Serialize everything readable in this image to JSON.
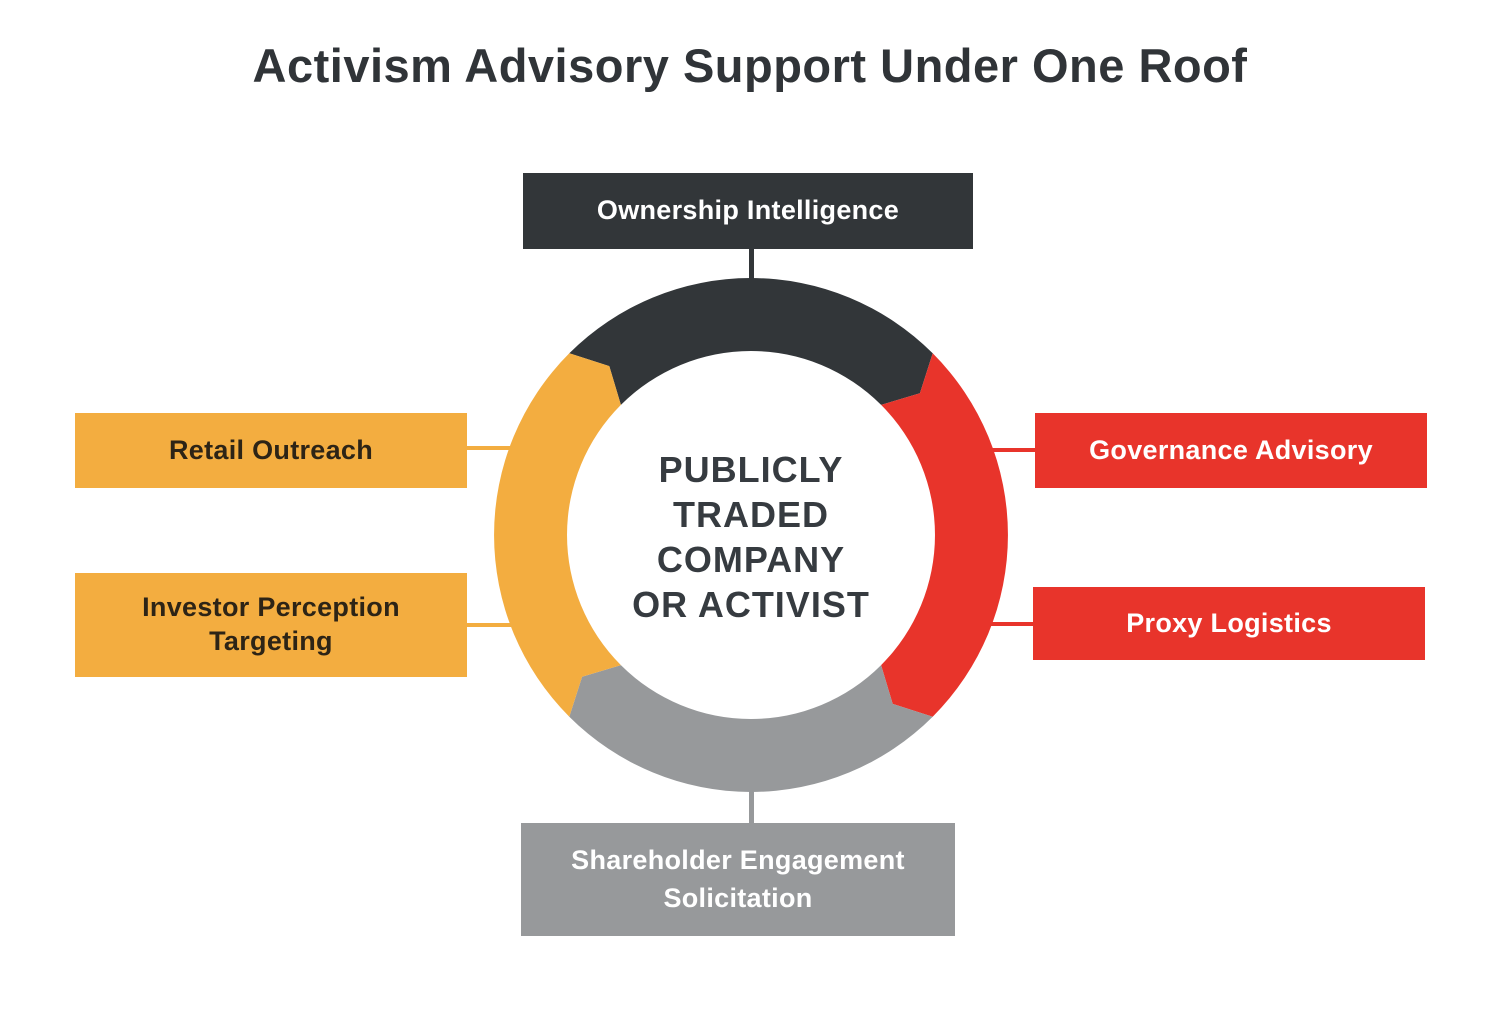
{
  "title": "Activism Advisory Support Under One Roof",
  "colors": {
    "background": "#FFFFFF",
    "dark": "#323639",
    "orange": "#F3AD40",
    "red": "#E8342B",
    "gray": "#97999B",
    "title_text": "#303438",
    "center_text": "#363B40",
    "orange_box_text": "#2D2416",
    "light_text": "#FFFFFF"
  },
  "center_label": {
    "lines": [
      "PUBLICLY",
      "TRADED",
      "COMPANY",
      "OR ACTIVIST"
    ]
  },
  "boxes": {
    "top": {
      "label": "Ownership Intelligence"
    },
    "left_top": {
      "label": "Retail Outreach"
    },
    "left_bottom": {
      "lines": [
        "Investor Perception",
        "Targeting"
      ]
    },
    "right_top": {
      "label": "Governance Advisory"
    },
    "right_bottom": {
      "label": "Proxy Logistics"
    },
    "bottom": {
      "lines": [
        "Shareholder Engagement",
        "Solicitation"
      ]
    }
  },
  "ring": {
    "arrow_overlap_deg": 5,
    "outer_radius": 257,
    "inner_radius": 184,
    "segments": [
      {
        "id": "ownership-intelligence",
        "color": "#323639",
        "from": -45,
        "to": 45
      },
      {
        "id": "governance-advisory",
        "color": "#E8342B",
        "from": 45,
        "to": 135
      },
      {
        "id": "shareholder-engagement",
        "color": "#97999B",
        "from": 135,
        "to": 225
      },
      {
        "id": "retail-outreach",
        "color": "#F3AD40",
        "from": 225,
        "to": 315
      }
    ]
  }
}
